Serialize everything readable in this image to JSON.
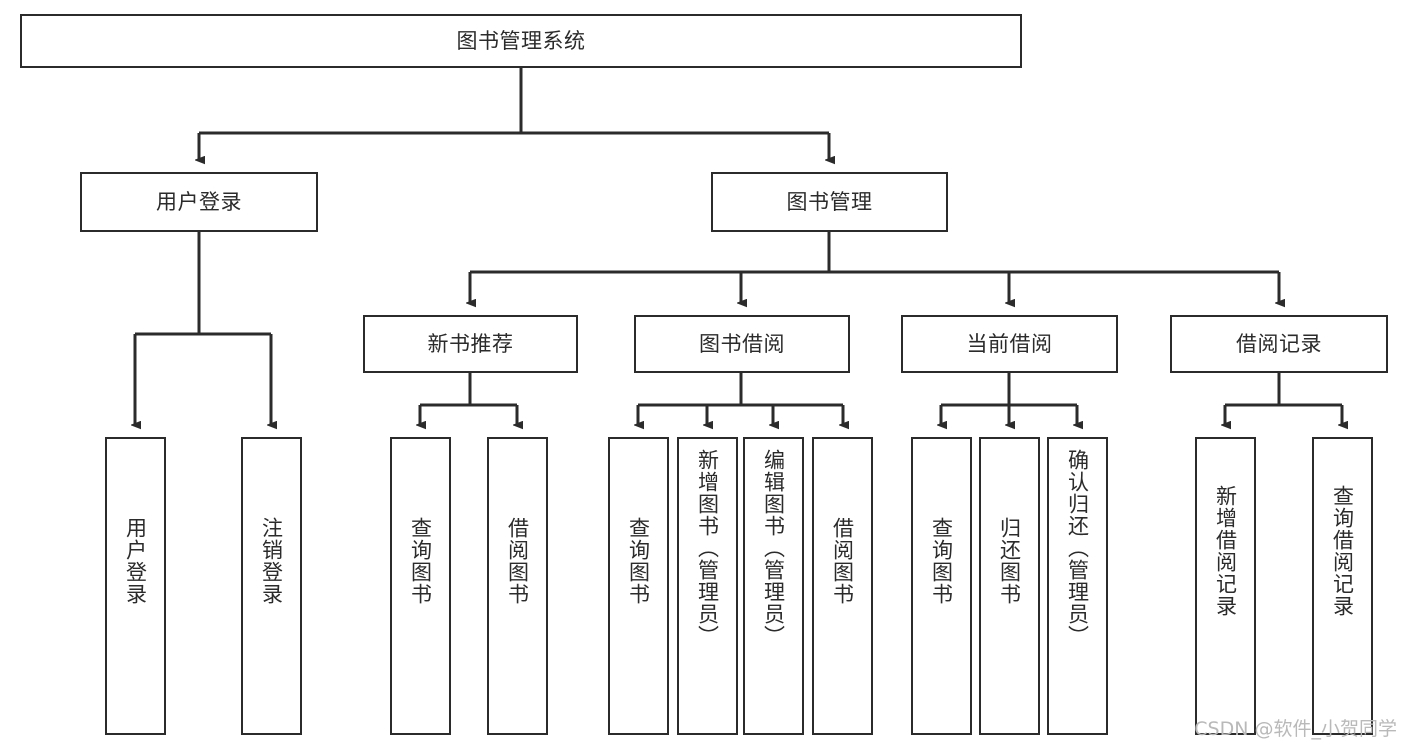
{
  "diagram": {
    "type": "tree",
    "title": "图书管理系统",
    "root": {
      "label": "图书管理系统"
    },
    "level2": [
      {
        "label": "用户登录"
      },
      {
        "label": "图书管理"
      }
    ],
    "level3": [
      {
        "label": "新书推荐"
      },
      {
        "label": "图书借阅"
      },
      {
        "label": "当前借阅"
      },
      {
        "label": "借阅记录"
      }
    ],
    "leaves": {
      "user_login": [
        {
          "label": "用户登录"
        },
        {
          "label": "注销登录"
        }
      ],
      "new_book_recommend": [
        {
          "label": "查询图书"
        },
        {
          "label": "借阅图书"
        }
      ],
      "book_borrow": [
        {
          "label": "查询图书"
        },
        {
          "label": "新增图书（管理员）"
        },
        {
          "label": "编辑图书（管理员）"
        },
        {
          "label": "借阅图书"
        }
      ],
      "current_borrow": [
        {
          "label": "查询图书"
        },
        {
          "label": "归还图书"
        },
        {
          "label": "确认归还（管理员）"
        }
      ],
      "borrow_record": [
        {
          "label": "新增借阅记录"
        },
        {
          "label": "查询借阅记录"
        }
      ]
    },
    "watermark": "CSDN @软件_小贺同学",
    "colors": {
      "stroke": "#2b2b2b",
      "fill": "#ffffff",
      "text": "#2b2b2b",
      "watermark": "#b9b9b9"
    }
  }
}
